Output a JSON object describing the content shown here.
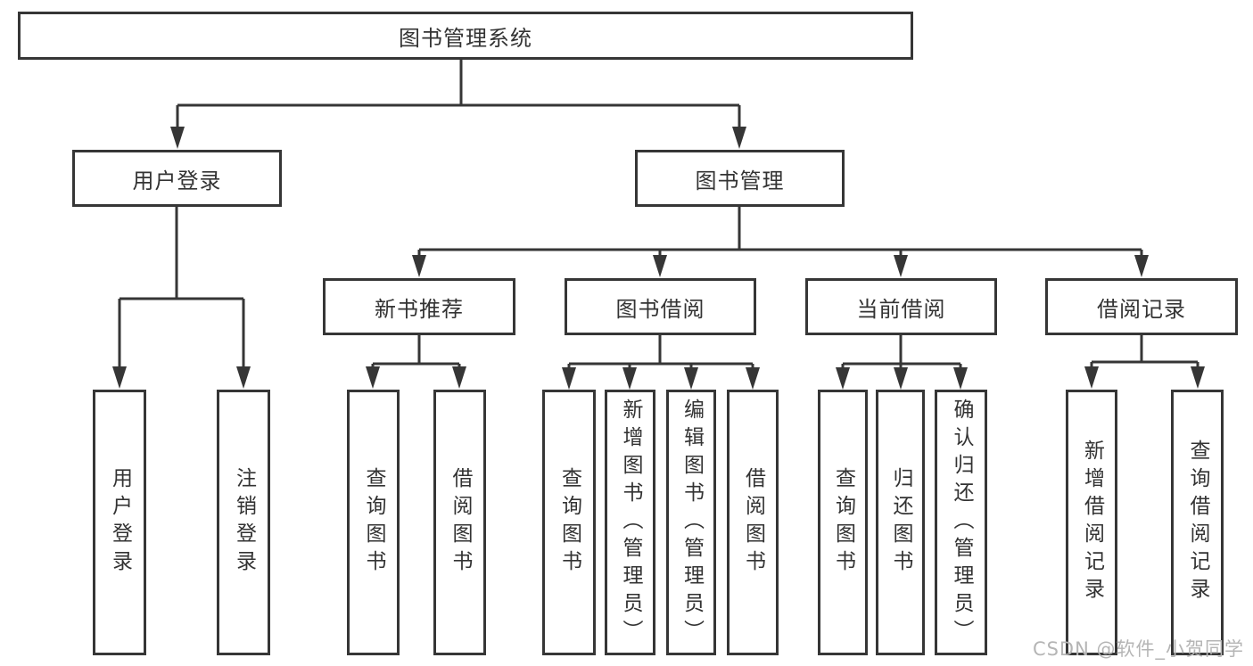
{
  "diagram": {
    "root": "图书管理系统",
    "level2": [
      "用户登录",
      "图书管理"
    ],
    "level3": [
      "新书推荐",
      "图书借阅",
      "当前借阅",
      "借阅记录"
    ],
    "leaves": {
      "user_login": [
        "用户登录",
        "注销登录"
      ],
      "new_book_recommend": [
        "查询图书",
        "借阅图书"
      ],
      "book_borrowing": [
        "查询图书",
        "新增图书（管理员）",
        "编辑图书（管理员）",
        "借阅图书"
      ],
      "current_borrowing": [
        "查询图书",
        "归还图书",
        "确认归还（管理员）"
      ],
      "borrow_records": [
        "新增借阅记录",
        "查询借阅记录"
      ]
    }
  },
  "watermark": "CSDN @软件_小贺同学",
  "colors": {
    "line": "#363636",
    "box_background": "#ffffff",
    "text": "#333333",
    "watermark": "#b5b5b5"
  }
}
